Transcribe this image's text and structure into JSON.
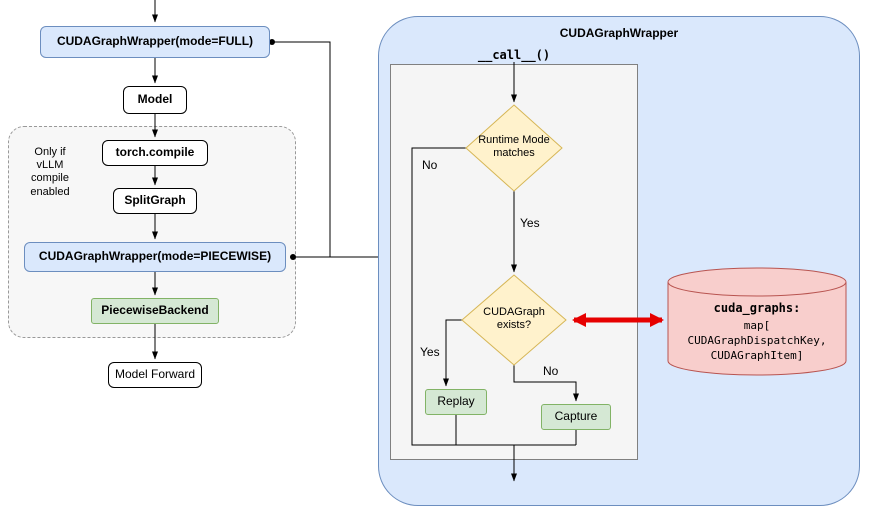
{
  "colors": {
    "blue_fill": "#dae8fc",
    "blue_border": "#6c8ebf",
    "green_fill": "#d5e8d4",
    "green_border": "#82b366",
    "yellow_fill": "#fff2cc",
    "yellow_border": "#d6b656",
    "red_fill": "#f8cecc",
    "red_border": "#b85450",
    "container_fill": "#dae8fc",
    "container_border": "#6c8ebf",
    "panel_fill": "#f5f5f5",
    "panel_border": "#808080",
    "arrow_red": "#e60000",
    "line": "#000000"
  },
  "pipeline": {
    "full_wrapper": "CUDAGraphWrapper(mode=FULL)",
    "model": "Model",
    "compile_note": "Only if\nvLLM\ncompile\nenabled",
    "torch_compile": "torch.compile",
    "split_graph": "SplitGraph",
    "piecewise_wrapper": "CUDAGraphWrapper(mode=PIECEWISE)",
    "piecewise_backend": "PiecewiseBackend",
    "model_forward": "Model Forward"
  },
  "wrapper_detail": {
    "title": "CUDAGraphWrapper",
    "entry": "__call__()",
    "decision_runtime_mode": "Runtime Mode\nmatches",
    "decision_graph_exists": "CUDAGraph\nexists?",
    "label_no_mode": "No",
    "label_yes_mode": "Yes",
    "label_yes_exists": "Yes",
    "label_no_exists": "No",
    "replay": "Replay",
    "capture": "Capture",
    "store_title": "cuda_graphs:",
    "store_body": "map[\nCUDAGraphDispatchKey,\nCUDAGraphItem]"
  }
}
